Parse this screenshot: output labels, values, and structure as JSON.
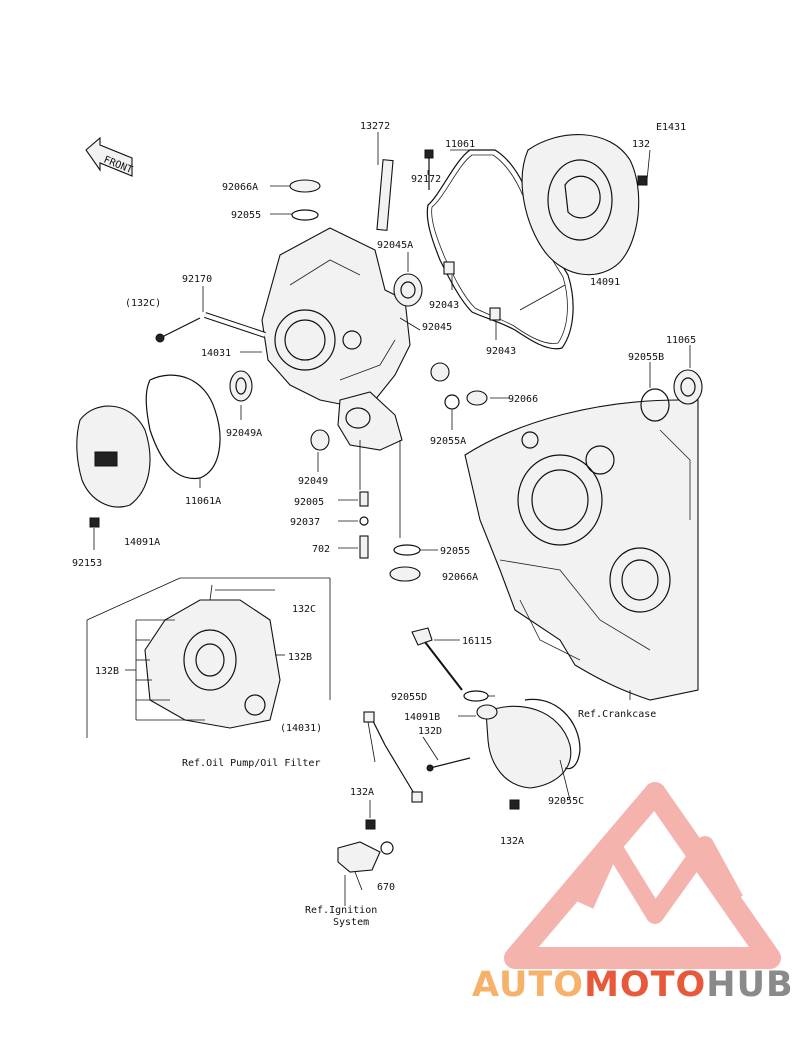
{
  "diagram": {
    "code": "E1431",
    "front_label": "FRONT",
    "labels": {
      "p13272": "13272",
      "p11061": "11061",
      "p132": "132",
      "p92066A_top": "92066A",
      "p92055_top": "92055",
      "p92172": "92172",
      "p92045A": "92045A",
      "p14091": "14091",
      "p92170": "92170",
      "p132C_paren": "(132C)",
      "p92043_a": "92043",
      "p92045": "92045",
      "p92043_b": "92043",
      "p14031": "14031",
      "p11065": "11065",
      "p92055B": "92055B",
      "p92066": "92066",
      "p92049A": "92049A",
      "p92055A": "92055A",
      "p92049": "92049",
      "p11061A": "11061A",
      "p92005": "92005",
      "p92037": "92037",
      "p14091A": "14091A",
      "p702": "702",
      "p92055_mid": "92055",
      "p92153": "92153",
      "p92066A_mid": "92066A",
      "p132C_inset": "132C",
      "p132B_right": "132B",
      "p132B_left": "132B",
      "p16115": "16115",
      "p14031_paren": "(14031)",
      "p92055D": "92055D",
      "p14091B": "14091B",
      "p132D": "132D",
      "p132A_a": "132A",
      "p92055C": "92055C",
      "p132A_b": "132A",
      "p670": "670"
    },
    "refs": {
      "oil_pump": "Ref.Oil Pump/Oil Filter",
      "crankcase": "Ref.Crankcase",
      "ignition_line1": "Ref.Ignition",
      "ignition_line2": "System"
    }
  },
  "watermark": {
    "part1": "AUTO",
    "part2": "MOTO",
    "part3": "HUB",
    "color_orange": "#f6b26b",
    "color_red": "#e8593c",
    "color_gray": "#8a8a8a"
  }
}
